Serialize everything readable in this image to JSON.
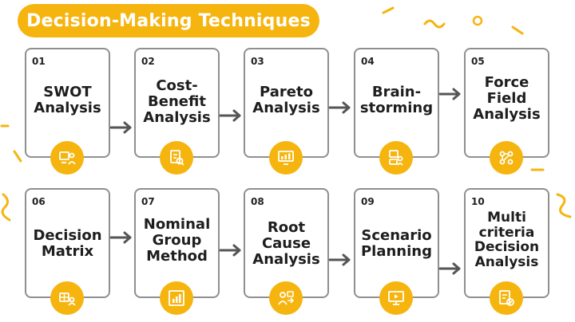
{
  "title": "Decision-Making Techniques",
  "colors": {
    "accent": "#F6B40F",
    "border": "#8f8f8f",
    "text": "#1e1e1e",
    "arrow": "#555555"
  },
  "steps": [
    {
      "number": "01",
      "label": "SWOT\nAnalysis",
      "icon": "swot-icon"
    },
    {
      "number": "02",
      "label": "Cost-\nBenefit\nAnalysis",
      "icon": "cost-benefit-icon"
    },
    {
      "number": "03",
      "label": "Pareto\nAnalysis",
      "icon": "pareto-icon"
    },
    {
      "number": "04",
      "label": "Brain-\nstorming",
      "icon": "brainstorming-icon"
    },
    {
      "number": "05",
      "label": "Force\nField\nAnalysis",
      "icon": "force-field-icon"
    },
    {
      "number": "06",
      "label": "Decision\nMatrix",
      "icon": "decision-matrix-icon"
    },
    {
      "number": "07",
      "label": "Nominal\nGroup\nMethod",
      "icon": "nominal-group-icon"
    },
    {
      "number": "08",
      "label": "Root\nCause\nAnalysis",
      "icon": "root-cause-icon"
    },
    {
      "number": "09",
      "label": "Scenario\nPlanning",
      "icon": "scenario-planning-icon"
    },
    {
      "number": "10",
      "label": "Multi\ncriteria\nDecision\nAnalysis",
      "icon": "mcda-icon"
    }
  ]
}
